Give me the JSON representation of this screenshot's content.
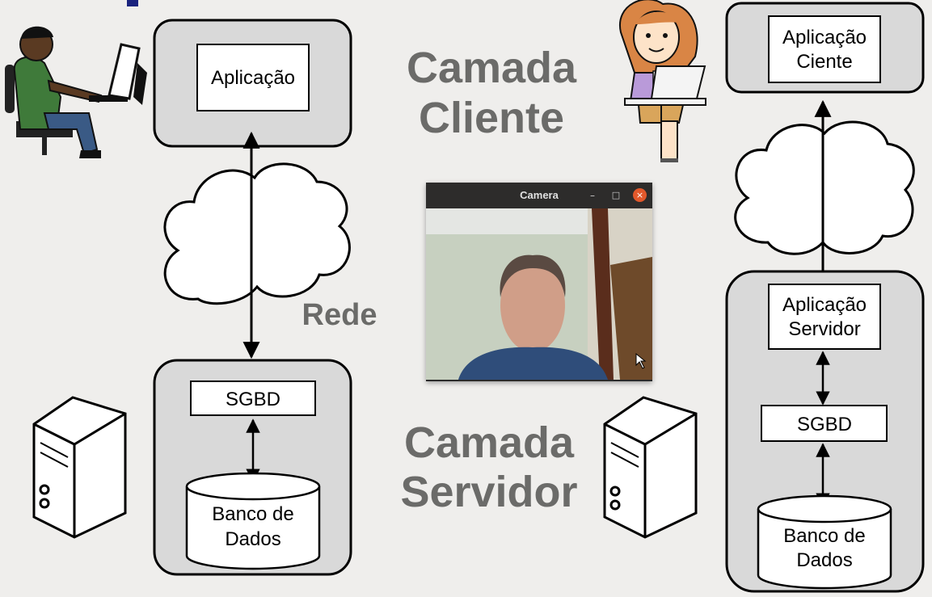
{
  "left_diagram": {
    "client_app": "Aplicação",
    "server_sgbd": "SGBD",
    "db_line1": "Banco de",
    "db_line2": "Dados"
  },
  "center_labels": {
    "client_layer_line1": "Camada",
    "client_layer_line2": "Cliente",
    "network": "Rede",
    "server_layer_line1": "Camada",
    "server_layer_line2": "Servidor"
  },
  "right_diagram": {
    "client_app_line1": "Aplicação",
    "client_app_line2": "Ciente",
    "server_app_line1": "Aplicação",
    "server_app_line2": "Servidor",
    "sgbd": "SGBD",
    "db_line1": "Banco de",
    "db_line2": "Dados"
  },
  "camera": {
    "title": "Camera",
    "minimize": "–",
    "maximize": "□",
    "close": "×"
  },
  "icons": {
    "client_left": "man-at-computer-icon",
    "client_right": "woman-at-laptop-icon",
    "server": "server-tower-icon",
    "network": "cloud-icon"
  }
}
